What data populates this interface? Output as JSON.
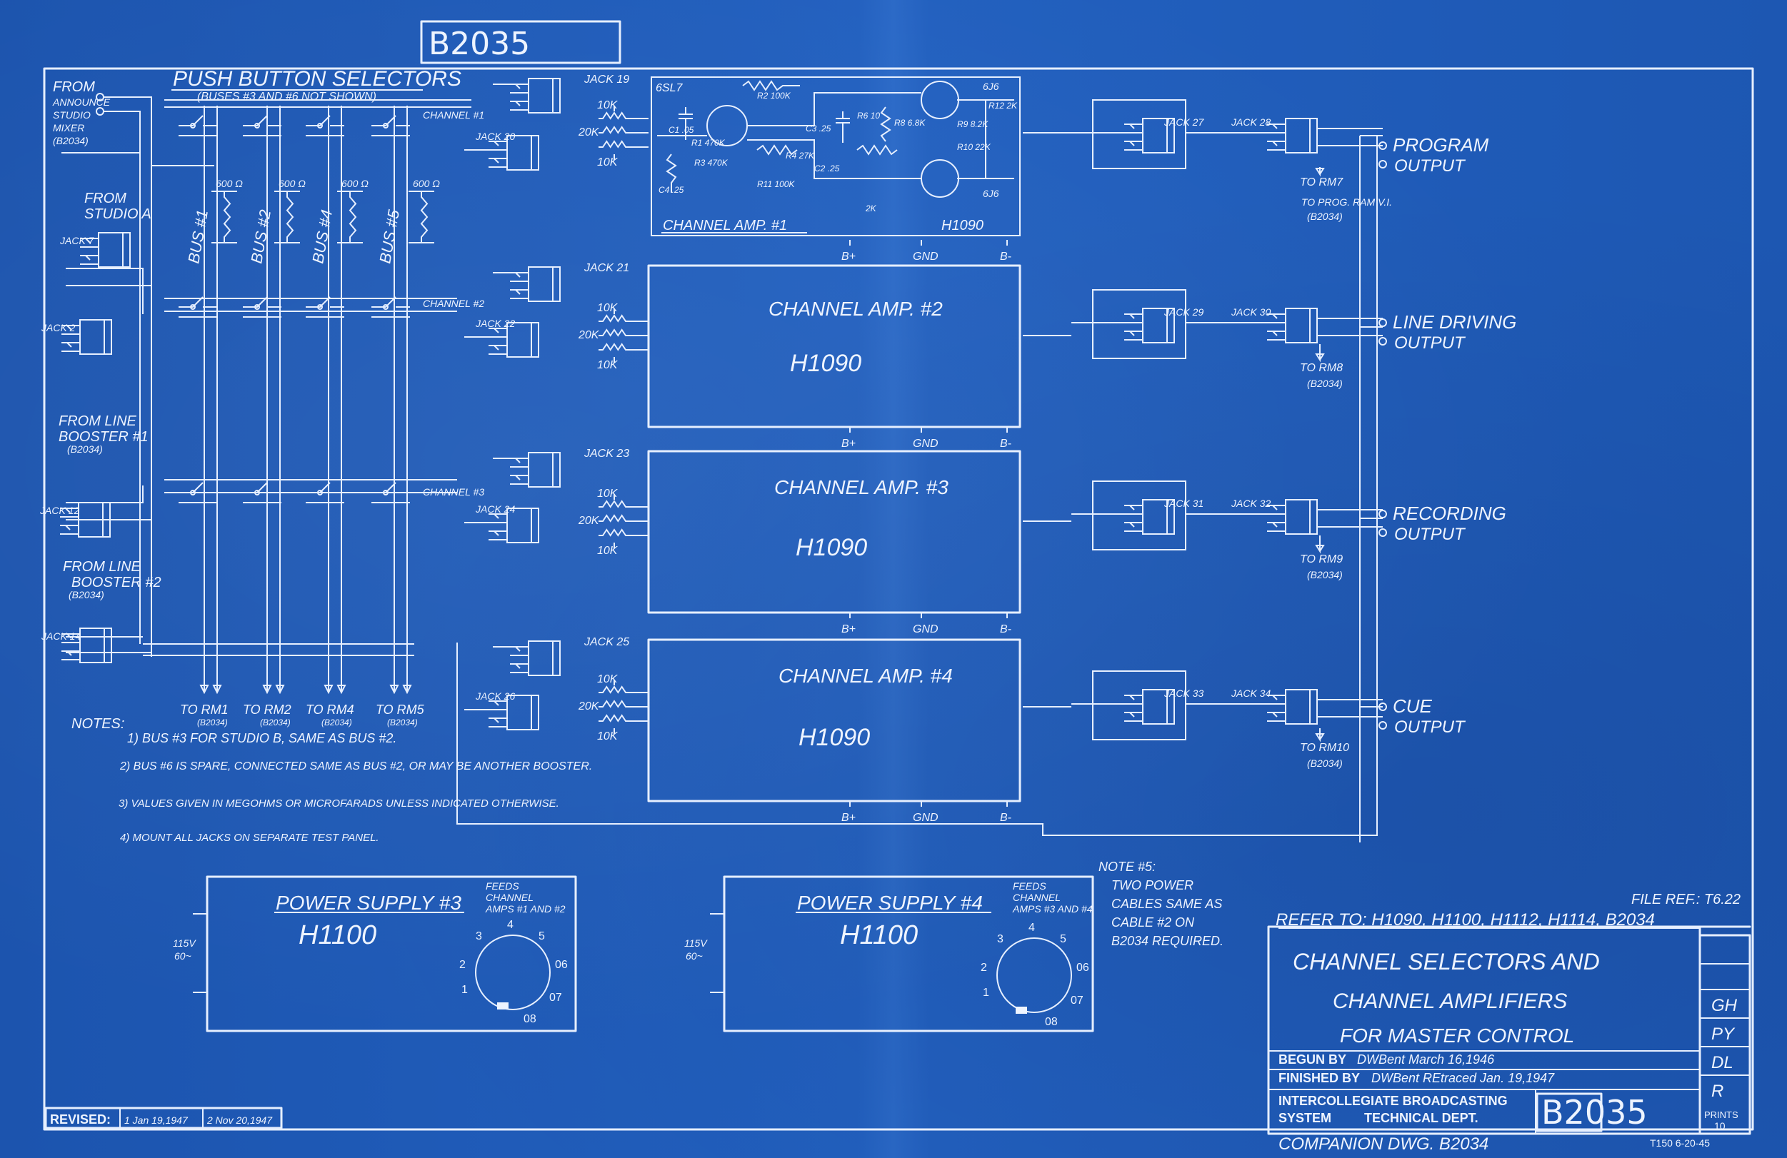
{
  "drawing_number": "B2035",
  "drawing_number_tab": "B2035",
  "title_lines": [
    "CHANNEL SELECTORS AND",
    "CHANNEL AMPLIFIERS",
    "FOR MASTER CONTROL"
  ],
  "begun_label": "BEGUN BY",
  "begun_value": "DWBent March 16,1946",
  "finished_label": "FINISHED BY",
  "finished_value": "DWBent REtraced Jan. 19,1947",
  "org_line1": "INTERCOLLEGIATE BROADCASTING",
  "org_line2_a": "SYSTEM",
  "org_line2_b": "TECHNICAL DEPT.",
  "revision_initials": [
    "GH",
    "PY",
    "DL",
    "R"
  ],
  "prints_label": "PRINTS",
  "prints_value": "10",
  "file_ref": "FILE REF.: T6.22",
  "refer_to": "REFER TO: H1090, H1100, H1112, H1114, B2034",
  "companion": "COMPANION DWG. B2034",
  "form_number": "T150 6-20-45",
  "revised_label": "REVISED:",
  "revised_entries": [
    "1 Jan 19,1947",
    "2 Nov 20,1947"
  ],
  "selectors_title": "PUSH BUTTON SELECTORS",
  "selectors_note": "(BUSES #3 AND #6 NOT SHOWN)",
  "inputs": [
    {
      "label": [
        "FROM",
        "ANNOUNCE",
        "STUDIO",
        "MIXER",
        "(B2034)"
      ]
    },
    {
      "label": [
        "FROM",
        "STUDIO A"
      ]
    },
    {
      "label": [
        "FROM LINE",
        "BOOSTER #1",
        "(B2034)"
      ]
    },
    {
      "label": [
        "FROM LINE",
        "BOOSTER #2",
        "(B2034)"
      ]
    }
  ],
  "buses": [
    "BUS #1",
    "BUS #2",
    "BUS #4",
    "BUS #5"
  ],
  "bus_loads": [
    "600 Ω",
    "600 Ω",
    "600 Ω",
    "600 Ω"
  ],
  "to_rm": [
    "TO RM1",
    "TO RM2",
    "TO RM4",
    "TO RM5"
  ],
  "to_rm_ref": "(B2034)",
  "channel_labels": [
    "CHANNEL #1",
    "CHANNEL #2",
    "CHANNEL #3"
  ],
  "channel_amps": [
    {
      "name": "CHANNEL AMP. #2",
      "model": "H1090"
    },
    {
      "name": "CHANNEL AMP. #3",
      "model": "H1090"
    },
    {
      "name": "CHANNEL AMP. #4",
      "model": "H1090"
    }
  ],
  "amp1": {
    "name": "CHANNEL AMP. #1",
    "model": "H1090",
    "tube1": "6SL7",
    "tube2": "6J6",
    "tube3": "6J6",
    "parts": [
      "C1 .05",
      "R1 470K",
      "R2 100K",
      "C3 .25",
      "R4 27K",
      "C2 .25",
      "R3 470K",
      "R6 10",
      "R8 6.8K",
      "R9 8.2K",
      "R10 22K",
      "R12 2K",
      "C4 .25",
      "R11 100K",
      "2K"
    ]
  },
  "rail_labels": [
    "B+",
    "GND",
    "B-"
  ],
  "pot_labels": [
    "10K",
    "20K",
    "10K"
  ],
  "jacks_left": [
    "JACK 19",
    "JACK 20",
    "JACK 21",
    "JACK 22",
    "JACK 23",
    "JACK 24",
    "JACK 25",
    "JACK 26"
  ],
  "jacks_input": [
    "JACK 7",
    "JACK 2",
    "JACK 12",
    "JACK 14"
  ],
  "jacks_right": [
    "JACK 27",
    "JACK 28",
    "JACK 29",
    "JACK 30",
    "JACK 31",
    "JACK 32",
    "JACK 33",
    "JACK 34"
  ],
  "outputs": [
    {
      "line1": "PROGRAM",
      "line2": "OUTPUT",
      "to": "TO RM7",
      "to_sub": "TO PROG. RAM V.I.",
      "ref": "(B2034)"
    },
    {
      "line1": "LINE DRIVING",
      "line2": "OUTPUT",
      "to": "TO RM8",
      "to_sub": "",
      "ref": "(B2034)"
    },
    {
      "line1": "RECORDING",
      "line2": "OUTPUT",
      "to": "TO RM9",
      "to_sub": "",
      "ref": "(B2034)"
    },
    {
      "line1": "CUE",
      "line2": "OUTPUT",
      "to": "TO RM10",
      "to_sub": "",
      "ref": "(B2034)"
    }
  ],
  "notes_title": "NOTES:",
  "notes": [
    "1) BUS #3 FOR STUDIO B, SAME AS BUS #2.",
    "2) BUS #6 IS SPARE, CONNECTED SAME AS BUS #2, OR MAY BE ANOTHER BOOSTER.",
    "3) VALUES GIVEN IN MEGOHMS OR MICROFARADS UNLESS INDICATED OTHERWISE.",
    "4) MOUNT ALL JACKS ON SEPARATE TEST PANEL."
  ],
  "note5_title": "NOTE #5:",
  "note5_lines": [
    "TWO POWER",
    "CABLES SAME AS",
    "CABLE #2 ON",
    "B2034 REQUIRED."
  ],
  "power_supplies": [
    {
      "name": "POWER SUPPLY #3",
      "model": "H1100",
      "feeds": [
        "FEEDS",
        "CHANNEL",
        "AMPS #1 AND #2"
      ],
      "ac": [
        "115V",
        "60~"
      ]
    },
    {
      "name": "POWER SUPPLY #4",
      "model": "H1100",
      "feeds": [
        "FEEDS",
        "CHANNEL",
        "AMPS #3 AND #4"
      ],
      "ac": [
        "115V",
        "60~"
      ]
    }
  ],
  "dial_marks": [
    "1",
    "2",
    "3",
    "4",
    "5",
    "06",
    "07",
    "08"
  ]
}
